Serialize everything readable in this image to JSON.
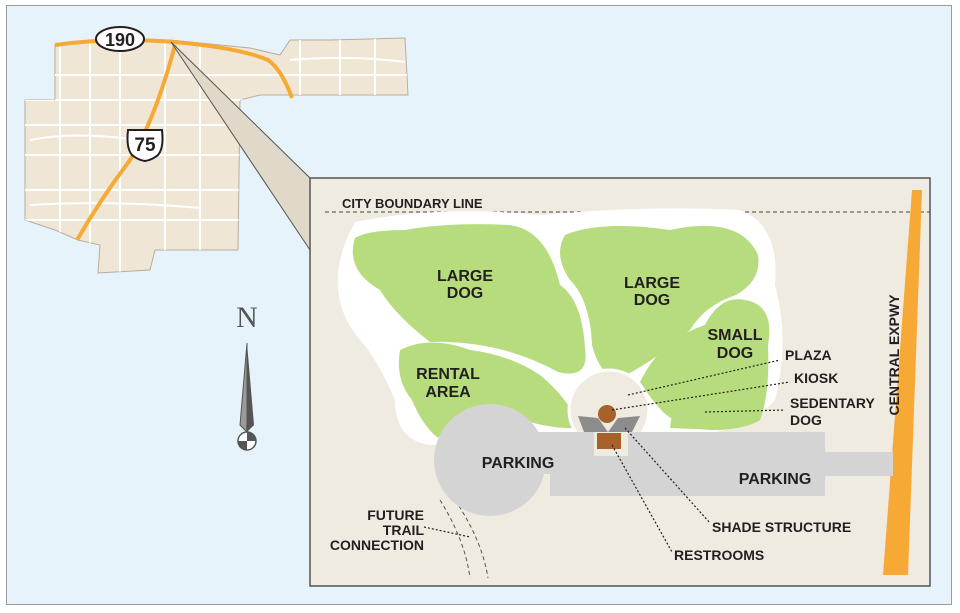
{
  "colors": {
    "water": "#e6f3fb",
    "land": "#efe6d6",
    "park": "#f0ebe1",
    "grass": "#b6dc7e",
    "pavement": "#d4d4d4",
    "highway": "#f6a935",
    "text": "#231f20"
  },
  "inset": {
    "highway_shields": [
      "190",
      "75"
    ]
  },
  "compass": {
    "letter": "N",
    "icon": "north-arrow-icon"
  },
  "park": {
    "boundary_label": "CITY BOUNDARY LINE",
    "road_label": "CENTRAL EXPWY",
    "areas": {
      "large_dog_1": [
        "LARGE",
        "DOG"
      ],
      "large_dog_2": [
        "LARGE",
        "DOG"
      ],
      "small_dog": [
        "SMALL",
        "DOG"
      ],
      "rental_area": [
        "RENTAL",
        "AREA"
      ],
      "parking_1": "PARKING",
      "parking_2": "PARKING"
    },
    "callouts": {
      "plaza": "PLAZA",
      "kiosk": "KIOSK",
      "sedentary_dog": [
        "SEDENTARY",
        "DOG"
      ],
      "shade_structure": "SHADE STRUCTURE",
      "restrooms": "RESTROOMS",
      "future_trail": [
        "FUTURE",
        "TRAIL",
        "CONNECTION"
      ]
    }
  }
}
